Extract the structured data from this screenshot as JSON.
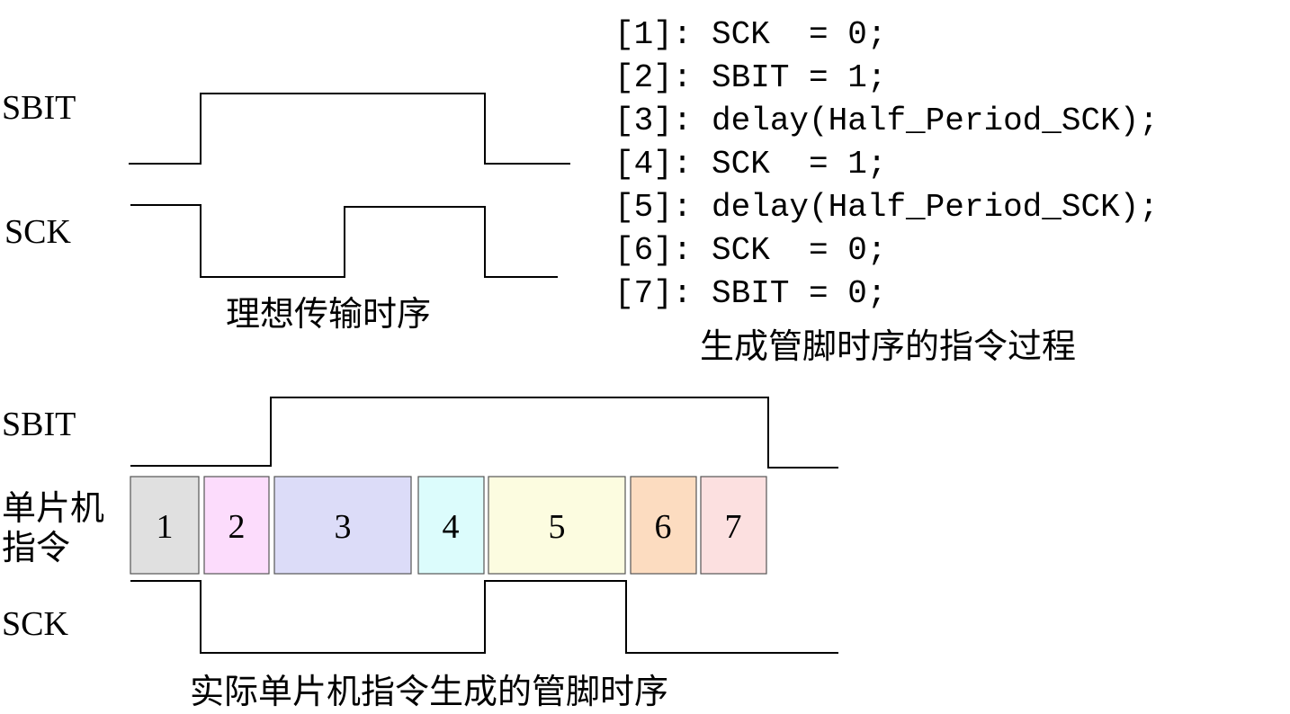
{
  "ideal": {
    "sbit_label": "SBIT",
    "sck_label": "SCK",
    "caption": "理想传输时序"
  },
  "code": {
    "lines": [
      "[1]: SCK  = 0;",
      "[2]: SBIT = 1;",
      "[3]: delay(Half_Period_SCK);",
      "[4]: SCK  = 1;",
      "[5]: delay(Half_Period_SCK);",
      "[6]: SCK  = 0;",
      "[7]: SBIT = 0;"
    ],
    "caption": "生成管脚时序的指令过程"
  },
  "actual": {
    "sbit_label": "SBIT",
    "instr_label_line1": "单片机",
    "instr_label_line2": "指令",
    "sck_label": "SCK",
    "caption": "实际单片机指令生成的管脚时序",
    "steps": [
      {
        "label": "1",
        "color": "#e0e0e0"
      },
      {
        "label": "2",
        "color": "#fcdcfc"
      },
      {
        "label": "3",
        "color": "#dcdcf8"
      },
      {
        "label": "4",
        "color": "#dcfcfc"
      },
      {
        "label": "5",
        "color": "#fcfce0"
      },
      {
        "label": "6",
        "color": "#fcdcc0"
      },
      {
        "label": "7",
        "color": "#fce0e0"
      }
    ]
  }
}
